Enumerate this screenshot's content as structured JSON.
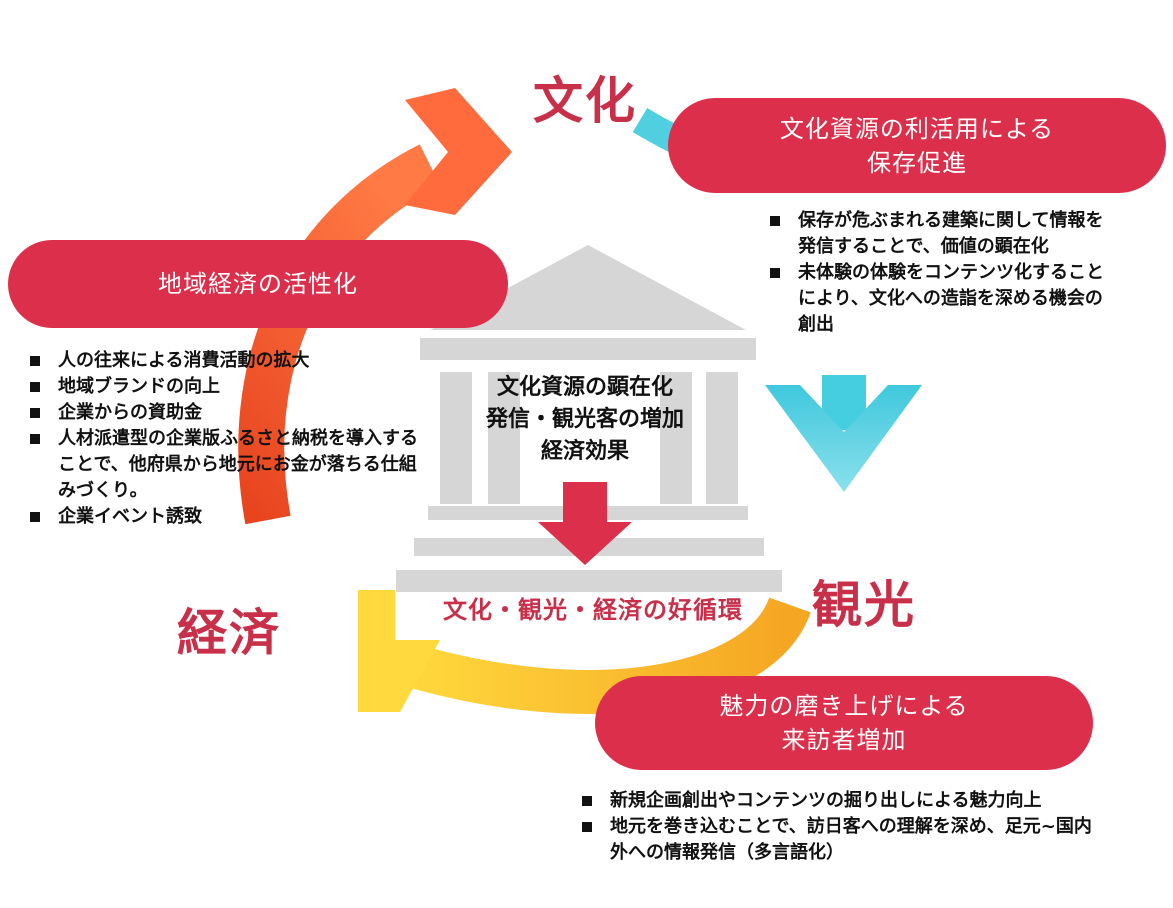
{
  "keywords": {
    "culture": "文化",
    "tourism": "観光",
    "economy": "経済"
  },
  "culture_box": {
    "line1": "文化資源の利活用による",
    "line2": "保存促進",
    "bullets": [
      "保存が危ぶまれる建築に関して情報を発信することで、価値の顕在化",
      "未体験の体験をコンテンツ化することにより、文化への造詣を深める機会の創出"
    ]
  },
  "economy_box": {
    "label": "地域経済の活性化",
    "bullets": [
      "人の往来による消費活動の拡大",
      "地域ブランドの向上",
      "企業からの資助金",
      "人材派遣型の企業版ふるさと納税を導入することで、他府県から地元にお金が落ちる仕組みづくり。",
      "企業イベント誘致"
    ]
  },
  "tourism_box": {
    "line1": "魅力の磨き上げによる",
    "line2": "来訪者増加",
    "bullets": [
      "新規企画創出やコンテンツの掘り出しによる魅力向上",
      "地元を巻き込むことで、訪日客への理解を深め、足元~国内外への情報発信（多言語化）"
    ]
  },
  "center": {
    "line1": "文化資源の顕在化",
    "line2": "発信・観光客の増加",
    "line3": "経済効果"
  },
  "cycle_label": "文化・観光・経済の好循環",
  "colors": {
    "pill": "#dc2f4b",
    "keyword": "#c8304a",
    "arrow_orange": "#f0582c",
    "arrow_cyan": "#4fcfe0",
    "arrow_yellow": "#f7c02e",
    "building": "#d9d9d9"
  }
}
